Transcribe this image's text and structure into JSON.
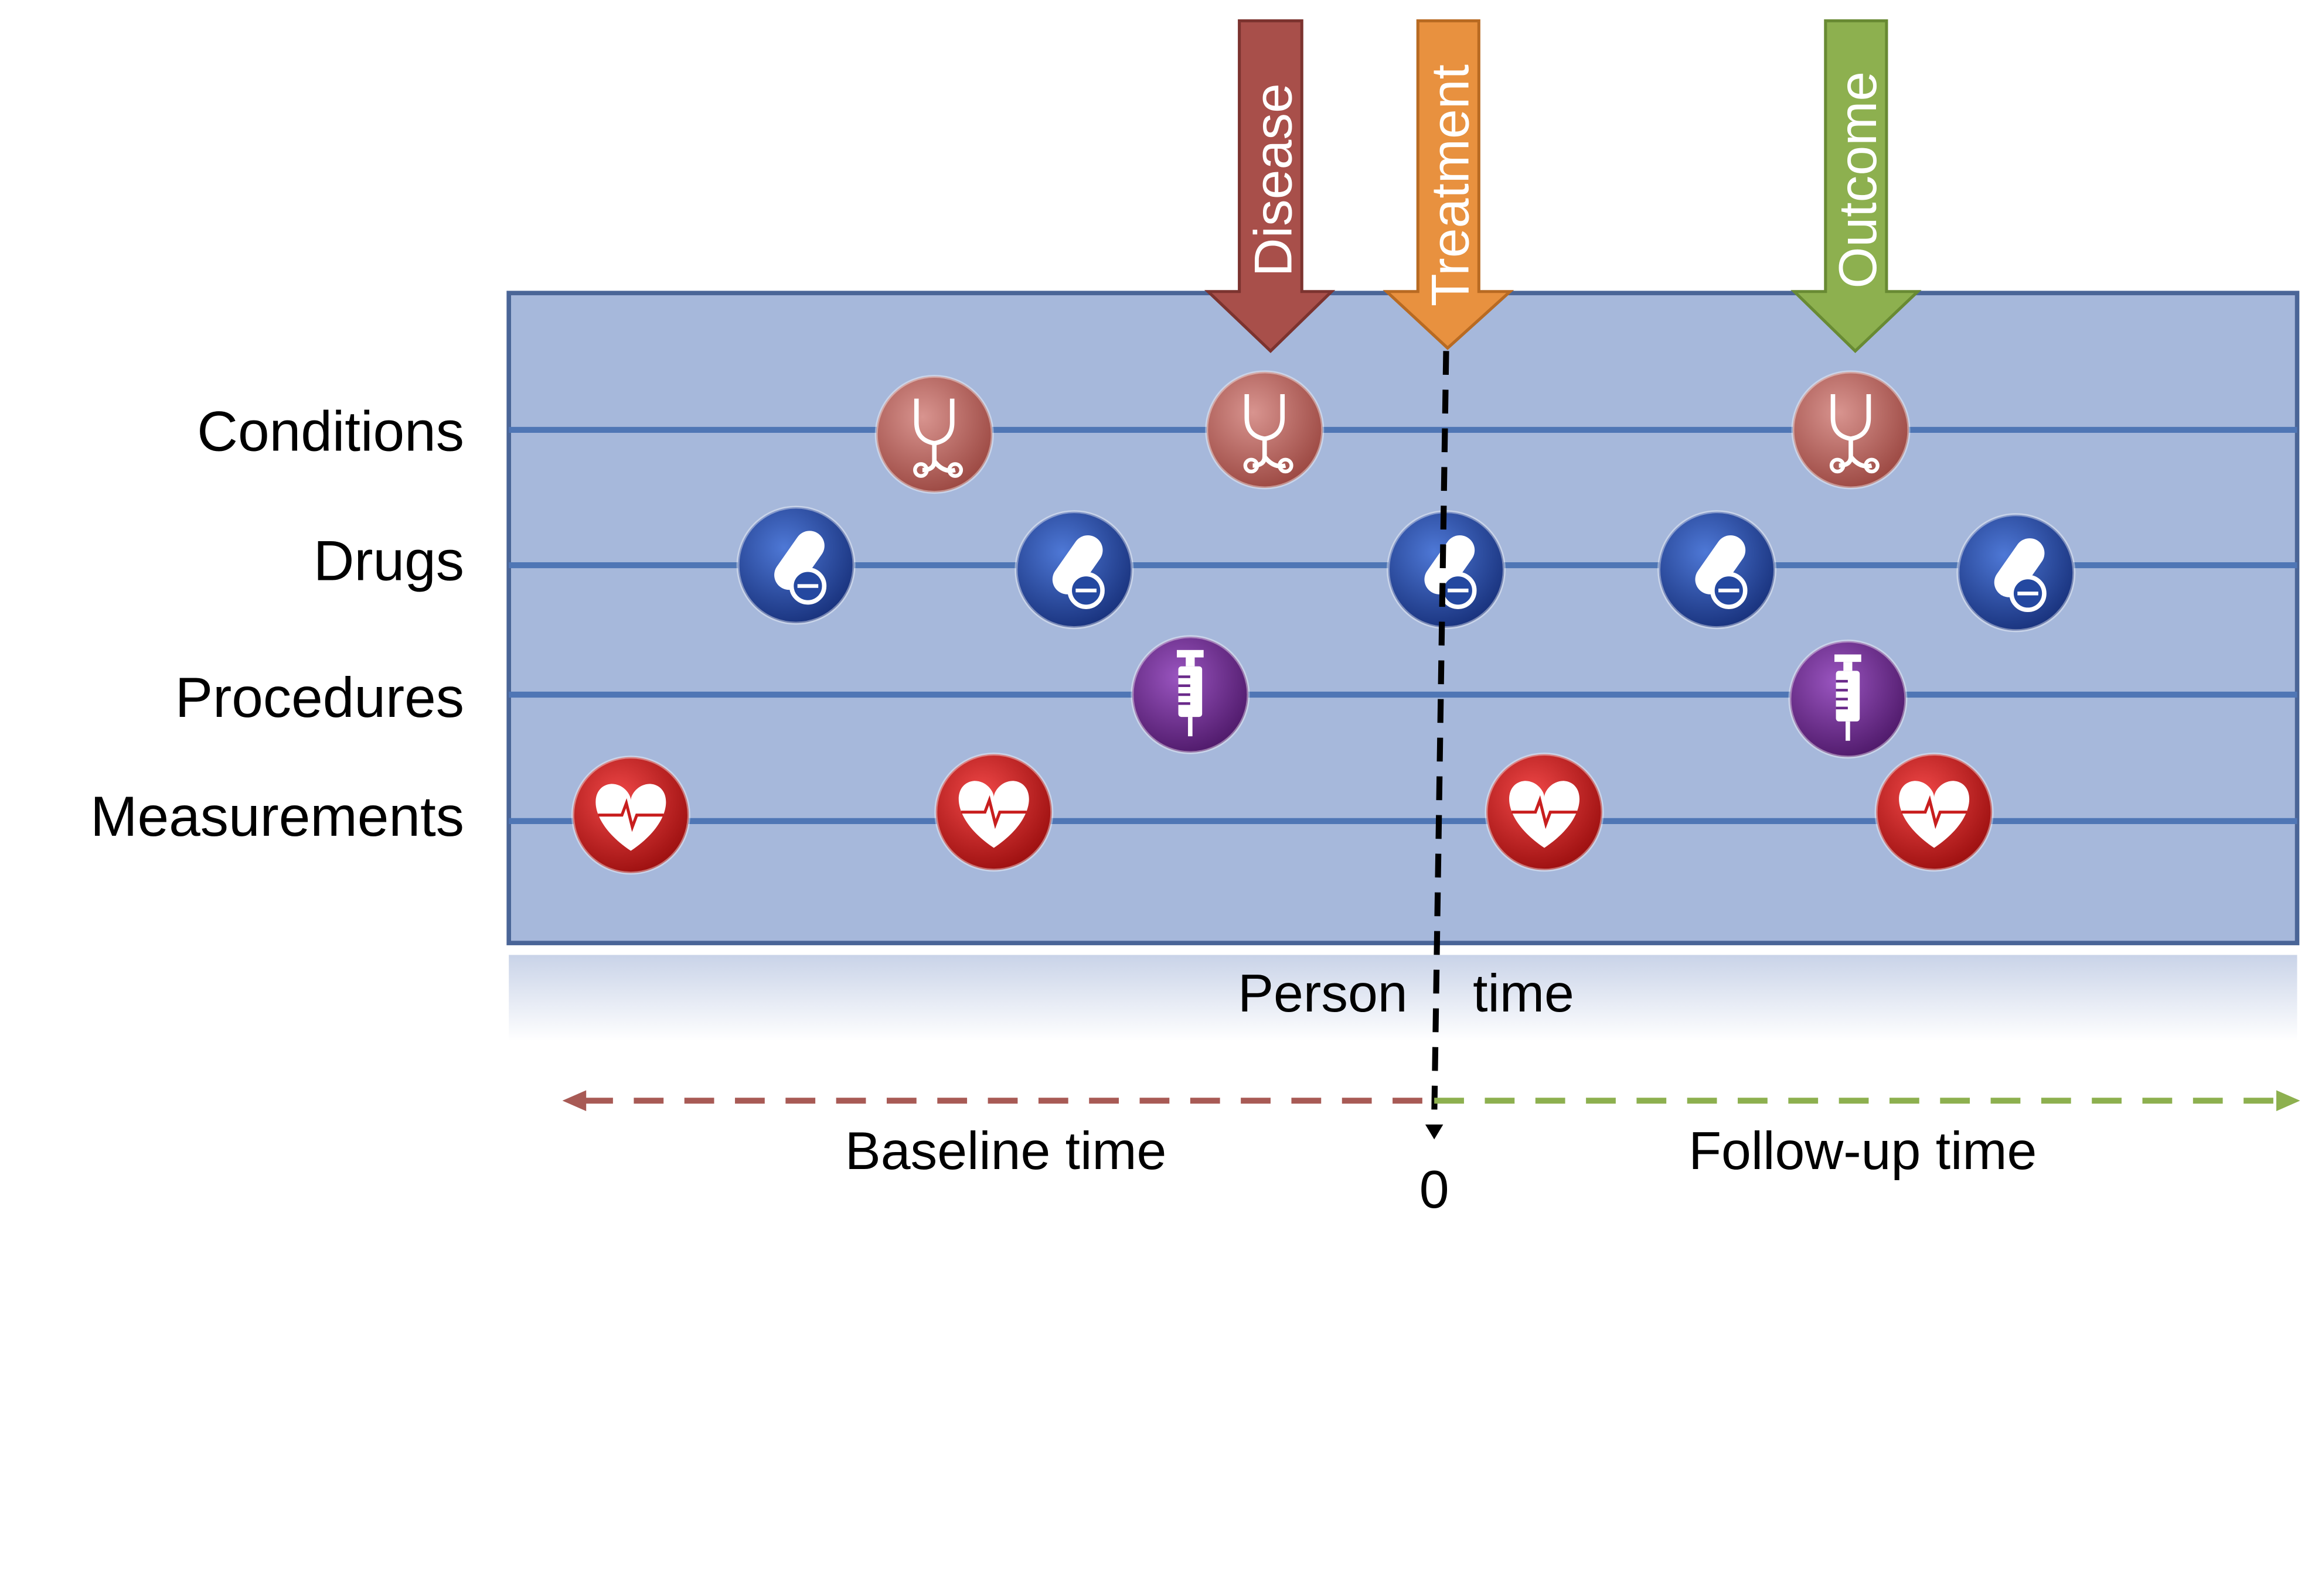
{
  "rows": [
    {
      "id": "conditions",
      "label": "Conditions",
      "icon": "stethoscope-icon"
    },
    {
      "id": "drugs",
      "label": "Drugs",
      "icon": "pill-icon"
    },
    {
      "id": "procedures",
      "label": "Procedures",
      "icon": "syringe-icon"
    },
    {
      "id": "measurements",
      "label": "Measurements",
      "icon": "heart-monitor-icon"
    }
  ],
  "markers": [
    {
      "id": "disease",
      "label": "Disease",
      "color": "#A84F4A"
    },
    {
      "id": "treatment",
      "label": "Treatment",
      "color": "#E8913F"
    },
    {
      "id": "outcome",
      "label": "Outcome",
      "color": "#8DB04F"
    }
  ],
  "axis": {
    "person_time_left": "Person",
    "person_time_right": "time",
    "baseline_label": "Baseline time",
    "followup_label": "Follow-up time",
    "zero_label": "0"
  },
  "colors": {
    "panel": "#A6B8DB",
    "panel_border": "#4A6597",
    "row_line": "#4F76B5",
    "baseline_arrow": "#A85A55",
    "followup_arrow": "#8DB04F",
    "condition_icon": "#B25E57",
    "drug_icon": "#2448A0",
    "procedure_icon": "#6A2A8A",
    "measurement_icon": "#C81E1E"
  }
}
